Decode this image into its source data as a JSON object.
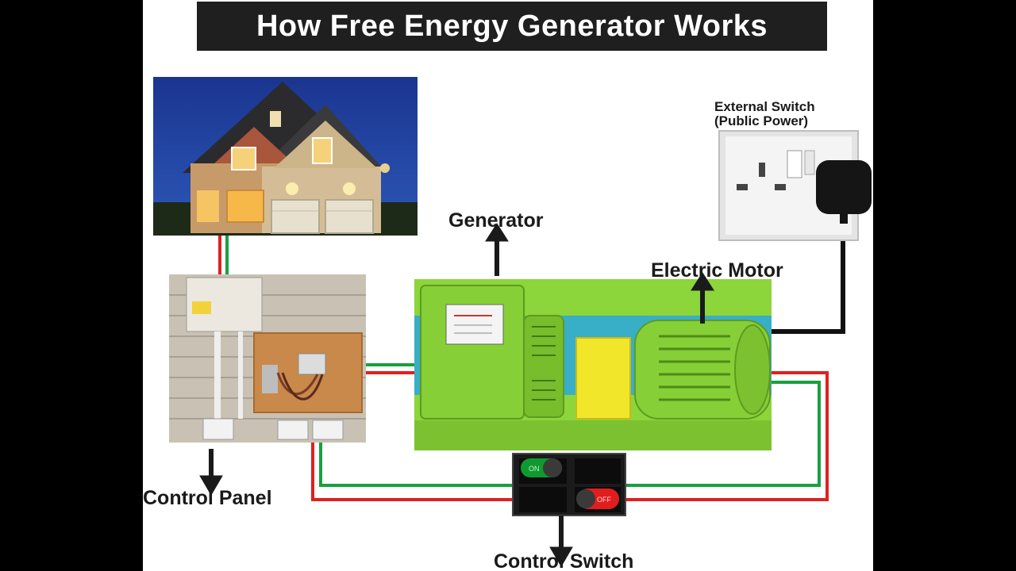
{
  "title": "How Free Energy Generator Works",
  "labels": {
    "generator": "Generator",
    "electric_motor": "Electric Motor",
    "external_switch_line1": "External Switch",
    "external_switch_line2": "(Public Power)",
    "control_panel": "Control Panel",
    "control_switch": "Control Switch"
  },
  "switch_states": {
    "on": "ON",
    "off": "OFF"
  },
  "colors": {
    "wire_red": "#e02020",
    "wire_green": "#18a040",
    "wire_black": "#111111",
    "machine_green": "#8cd53a",
    "coupling_yellow": "#f1e62a",
    "night_sky": "#1d3a8a",
    "brick": "#c9c2b4"
  }
}
